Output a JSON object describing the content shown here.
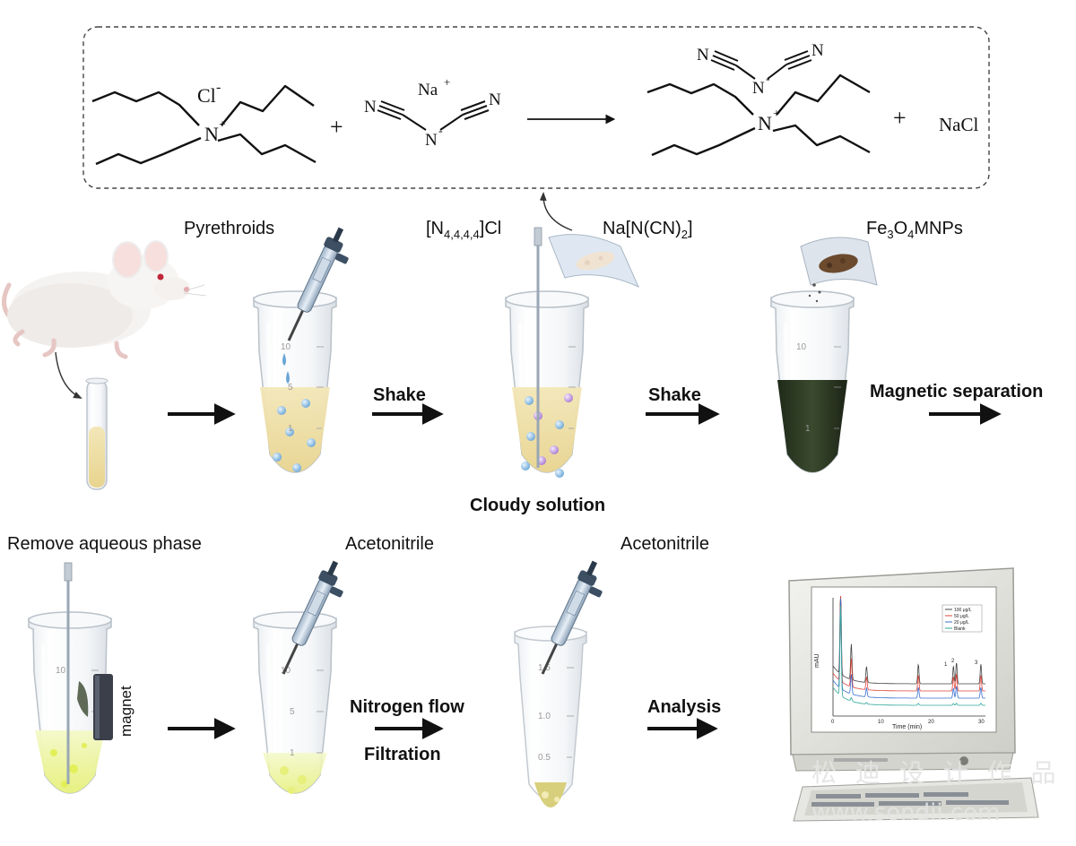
{
  "reaction": {
    "chloride_ion": "Cl",
    "minus": "-",
    "plus_sign": "+",
    "nitrogen": "N",
    "sodium": "Na",
    "superscript_plus": "+",
    "product_salt": "NaCl"
  },
  "labels": {
    "pyrethroids": "Pyrethroids",
    "ionic_liquid_base": "[N",
    "ionic_liquid_sub": "4,4,4,4",
    "ionic_liquid_tail": "]Cl",
    "sodium_dicyanamide_base": "Na[N(CN)",
    "sodium_dicyanamide_sub": "2",
    "sodium_dicyanamide_tail": "]",
    "mnp_fe": "Fe",
    "mnp_sub3": "3",
    "mnp_o": "O",
    "mnp_sub4": "4",
    "mnp_tail": "MNPs",
    "remove_aqueous": "Remove aqueous phase",
    "acetonitrile_1": "Acetonitrile",
    "acetonitrile_2": "Acetonitrile",
    "magnet": "magnet"
  },
  "steps": {
    "shake_1": "Shake",
    "shake_2": "Shake",
    "magnetic_separation": "Magnetic separation",
    "cloudy_solution": "Cloudy solution",
    "nitrogen_flow": "Nitrogen flow",
    "filtration": "Filtration",
    "analysis": "Analysis"
  },
  "tube_scale": {
    "mark_10": "10",
    "mark_5": "5",
    "mark_1": "1",
    "mark_1_5": "1.5",
    "mark_1_0": "1.0",
    "mark_0_5": "0.5"
  },
  "chromatogram": {
    "ylabel": "mAU",
    "xlabel": "Time (min)",
    "xticks": [
      "0",
      "10",
      "20",
      "30"
    ],
    "legend": [
      "100 μg/L",
      "50 μg/L",
      "20 μg/L",
      "Blank"
    ],
    "peak_labels": [
      "1",
      "2",
      "3"
    ]
  },
  "watermark": {
    "cn": "松 迪 设 计 作 品",
    "url": "www.sondii.com"
  },
  "colors": {
    "dashed_box": "#444444",
    "sample_liquid": "#efe1a8",
    "droplet_blue": "#7fb8e0",
    "droplet_purple": "#b58ad6",
    "dark_suspension": "#27321f",
    "yellow_green": "#dff07a",
    "magnet_block": "#3a3f4a",
    "series_100": "#444444",
    "series_50": "#e0453a",
    "series_20": "#3b6fd1",
    "series_blank": "#2ea89a"
  }
}
